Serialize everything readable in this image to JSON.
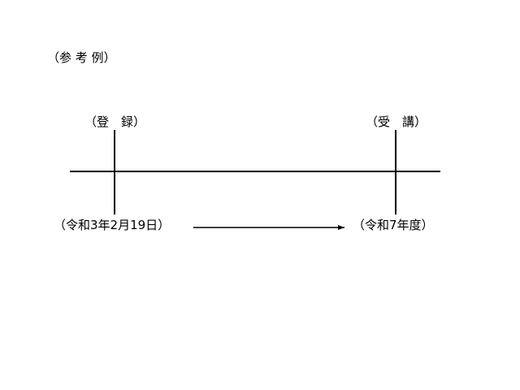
{
  "title": "（参 考 例）",
  "markers": {
    "registration": "（登　録）",
    "course": "（受　講）"
  },
  "dates": {
    "start": "（令和3年2月19日）",
    "end": "（令和7年度）"
  },
  "colors": {
    "line": "#000000",
    "text": "#000000",
    "background": "#ffffff"
  }
}
